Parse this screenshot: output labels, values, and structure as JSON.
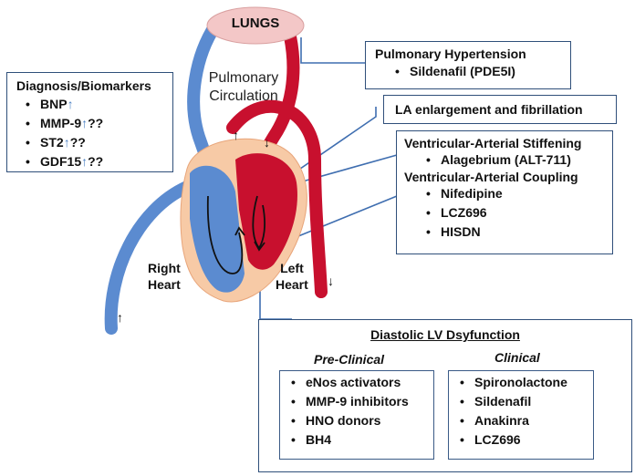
{
  "lungs": "LUNGS",
  "pulmonary_circulation": [
    "Pulmonary",
    "Circulation"
  ],
  "right_heart": [
    "Right",
    "Heart"
  ],
  "left_heart": [
    "Left",
    "Heart"
  ],
  "arrows": [
    "↑",
    "↓"
  ],
  "diagnosis": {
    "title": "Diagnosis/Biomarkers",
    "items": [
      {
        "label": "BNP",
        "up": "↑",
        "suffix": ""
      },
      {
        "label": "MMP-9",
        "up": "↑",
        "suffix": "??"
      },
      {
        "label": "ST2",
        "up": "↑",
        "suffix": "??"
      },
      {
        "label": "GDF15",
        "up": "↑",
        "suffix": "??"
      }
    ]
  },
  "pulmonary_hypertension": {
    "title": "Pulmonary Hypertension",
    "items": [
      "Sildenafil (PDE5I)"
    ]
  },
  "la_enlargement": "LA enlargement  and fibrillation",
  "ventricular": {
    "title1": "Ventricular-Arterial Stiffening",
    "items1": [
      "Alagebrium (ALT-711)"
    ],
    "title2": "Ventricular-Arterial Coupling",
    "items2": [
      "Nifedipine",
      "LCZ696",
      "HISDN"
    ]
  },
  "diastolic": {
    "title": "Diastolic LV Dsyfunction",
    "preclinical": {
      "title": "Pre-Clinical",
      "items": [
        "eNos  activators",
        "MMP-9 inhibitors",
        "HNO donors",
        "BH4"
      ]
    },
    "clinical": {
      "title": "Clinical",
      "items": [
        "Spironolactone",
        "Sildenafil",
        "Anakinra",
        "LCZ696"
      ]
    }
  },
  "colors": {
    "blue_vessel": "#5b8bd0",
    "red_vessel": "#c8102e",
    "heart_fill": "#f7caa6",
    "lungs_fill": "#f3c7c7",
    "line": "#3f6eb0",
    "box_border": "#2f4f7a"
  }
}
